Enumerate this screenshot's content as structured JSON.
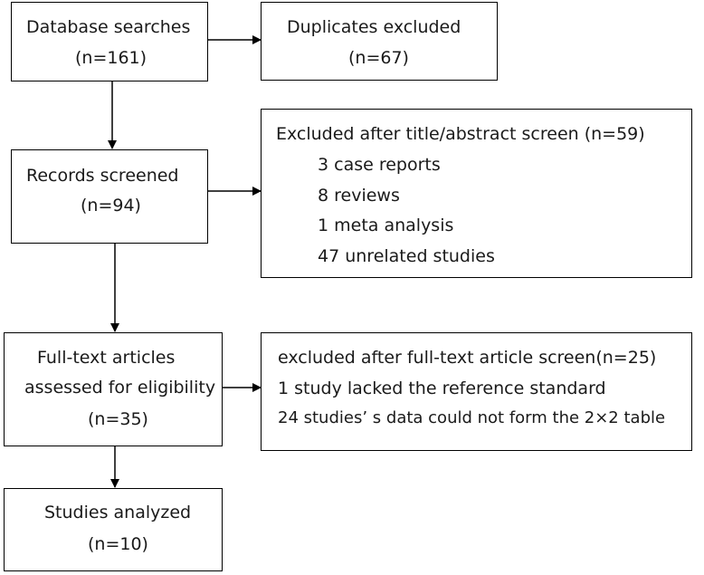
{
  "database_searches": {
    "label": "Database searches",
    "count": "(n=161)"
  },
  "duplicates_excluded": {
    "label": "Duplicates excluded",
    "count": "(n=67)"
  },
  "records_screened": {
    "label": "Records screened",
    "count": "(n=94)"
  },
  "title_abstract_exclusion": {
    "heading": "Excluded after title/abstract screen (n=59)",
    "items": [
      "3 case reports",
      "8 reviews",
      "1 meta analysis",
      "47 unrelated studies"
    ]
  },
  "full_text_assessed": {
    "line1": "Full-text articles",
    "line2": "assessed for eligibility",
    "count": "(n=35)"
  },
  "full_text_exclusion": {
    "heading": "excluded after full-text article screen(n=25)",
    "items": [
      "1 study lacked the reference standard",
      "24 studies’ s data could not form the 2×2 table"
    ]
  },
  "studies_analyzed": {
    "label": "Studies analyzed",
    "count": "(n=10)"
  }
}
